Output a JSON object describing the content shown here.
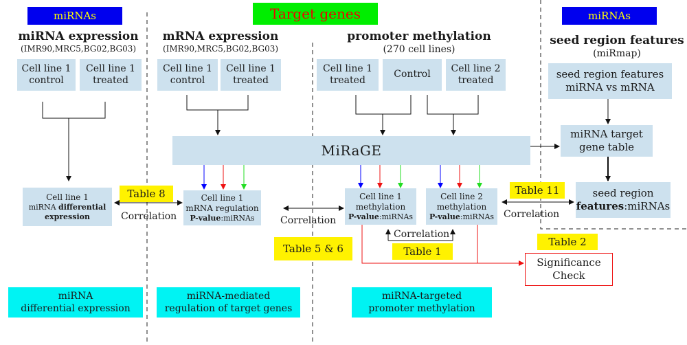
{
  "banners": {
    "target_genes": "Target genes",
    "mirnas_left": "miRNAs",
    "mirnas_right": "miRNAs"
  },
  "columns": {
    "mirna_expression": {
      "title": "miRNA expression",
      "subtitle": "(IMR90,MRC5,BG02,BG03)",
      "box_control": [
        "Cell line 1",
        "control"
      ],
      "box_treated": [
        "Cell line 1",
        "treated"
      ],
      "result": [
        "Cell line 1",
        "miRNA ",
        "differential",
        "expression"
      ]
    },
    "mrna_expression": {
      "title": "mRNA expression",
      "subtitle": "(IMR90,MRC5,BG02,BG03)",
      "box_control": [
        "Cell line 1",
        "control"
      ],
      "box_treated": [
        "Cell line 1",
        "treated"
      ],
      "result": [
        "Cell line 1",
        "mRNA regulation",
        "P-value",
        ":miRNAs"
      ]
    },
    "promoter_methylation": {
      "title": "promoter methylation",
      "subtitle": "(270 cell lines)",
      "box_cl1_treated": [
        "Cell line 1",
        "treated"
      ],
      "box_control": "Control",
      "box_cl2_treated": [
        "Cell line 2",
        "treated"
      ],
      "result_cl1": [
        "Cell line 1",
        "methylation",
        "P-value",
        ":miRNAs"
      ],
      "result_cl2": [
        "Cell line 2",
        "methylation",
        "P-value",
        ":miRNAs"
      ]
    },
    "seed_region": {
      "title": "seed region features",
      "subtitle": "(miRmap)",
      "box_features": [
        "seed region features",
        "miRNA vs mRNA"
      ],
      "box_target_table": [
        "miRNA target",
        "gene table"
      ],
      "result": [
        "seed region",
        "features",
        ":miRNAs"
      ]
    }
  },
  "center": {
    "mirage": "MiRaGE"
  },
  "tables": {
    "t8": "Table 8",
    "t56": "Table 5 & 6",
    "t1": "Table 1",
    "t11": "Table 11",
    "t2": "Table 2"
  },
  "labels": {
    "correlation": "Correlation",
    "significance": [
      "Significance",
      "Check"
    ]
  },
  "footers": {
    "f1": [
      "miRNA",
      "differential expression"
    ],
    "f2": [
      "miRNA-mediated",
      "regulation of target genes"
    ],
    "f3": [
      "miRNA-targeted",
      "promoter methylation"
    ]
  },
  "colors": {
    "blue_arrow": "#0000ff",
    "red_arrow": "#ee1111",
    "green_arrow": "#22dd22",
    "box_fill": "#cde1ee",
    "yellow": "#fff200",
    "cyan": "#00f3f3",
    "banner_green": "#00ee00",
    "banner_red_text": "#ee0000"
  }
}
